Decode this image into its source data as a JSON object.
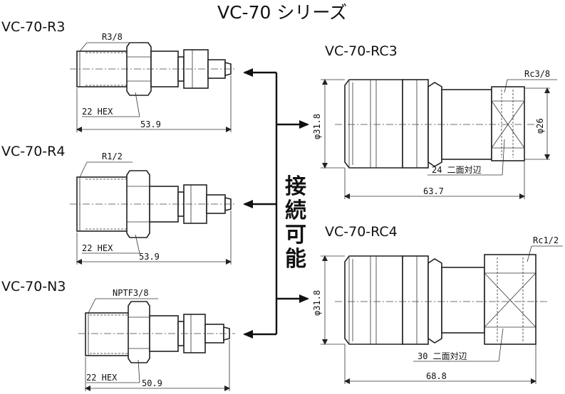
{
  "title": "VC-70 シリーズ",
  "center_label": [
    "接",
    "続",
    "可",
    "能"
  ],
  "plugs": [
    {
      "model": "VC-70-R3",
      "thread": "R3/8",
      "hex": "22 HEX",
      "length": "53.9"
    },
    {
      "model": "VC-70-R4",
      "thread": "R1/2",
      "hex": "22 HEX",
      "length": "53.9"
    },
    {
      "model": "VC-70-N3",
      "thread": "NPTF3/8",
      "hex": "22 HEX",
      "length": "50.9"
    }
  ],
  "sockets": [
    {
      "model": "VC-70-RC3",
      "thread": "Rc3/8",
      "body_dia": "φ31.8",
      "end_dia": "φ26",
      "width_across": "24 二面対辺",
      "length": "63.7"
    },
    {
      "model": "VC-70-RC4",
      "thread": "Rc1/2",
      "body_dia": "φ31.8",
      "width_across": "30 二面対辺",
      "length": "68.8"
    }
  ]
}
